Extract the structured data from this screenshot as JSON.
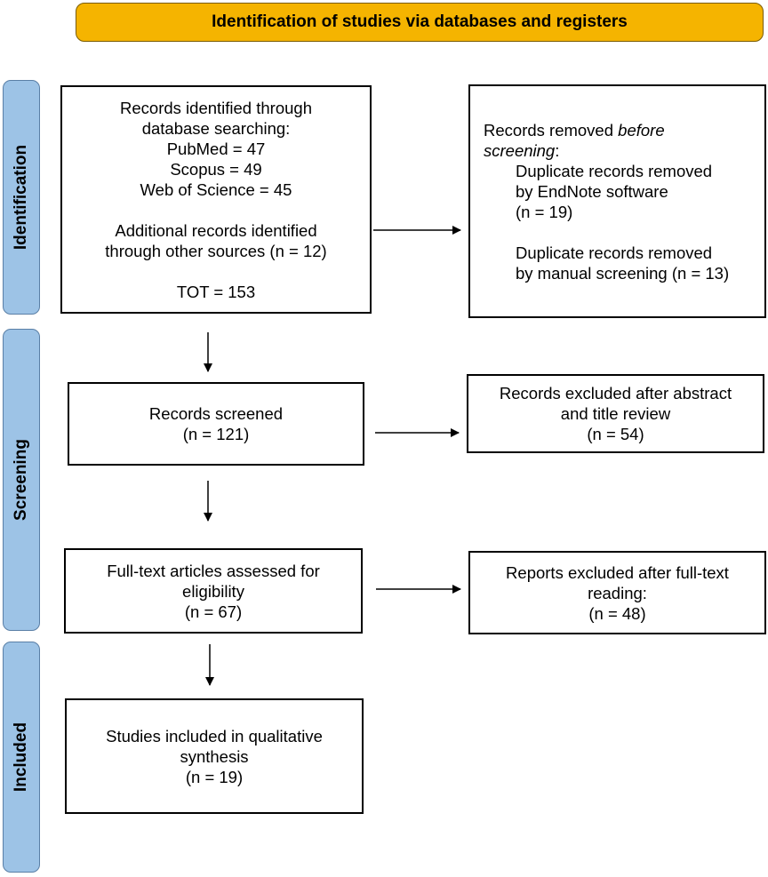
{
  "header": {
    "title": "Identification of studies via databases and registers"
  },
  "phases": {
    "identification": "Identification",
    "screening": "Screening",
    "included": "Included"
  },
  "identified": {
    "lines": [
      "Records identified through",
      "database searching:",
      "PubMed = 47",
      "Scopus = 49",
      "Web of Science = 45"
    ],
    "additional": [
      "Additional records identified",
      "through other sources (n = 12)"
    ],
    "total": "TOT = 153"
  },
  "removed": {
    "title_prefix": "Records removed ",
    "title_emph": "before",
    "title_emph2": "screening",
    "title_suffix": ":",
    "endnote": [
      "Duplicate records removed",
      "by EndNote software",
      "(n = 19)"
    ],
    "manual": [
      "Duplicate records removed",
      "by manual screening (n = 13)"
    ]
  },
  "screened": {
    "lines": [
      "Records screened",
      "(n = 121)"
    ]
  },
  "excluded_abstract": {
    "lines": [
      "Records excluded after abstract",
      "and title review",
      "(n = 54)"
    ]
  },
  "fulltext": {
    "lines": [
      "Full-text articles assessed for",
      "eligibility",
      "(n = 67)"
    ]
  },
  "excluded_fulltext": {
    "lines": [
      "Reports excluded after full-text",
      "reading:",
      "(n = 48)"
    ]
  },
  "included_box": {
    "lines": [
      "Studies included in qualitative",
      "synthesis",
      "(n = 19)"
    ]
  }
}
